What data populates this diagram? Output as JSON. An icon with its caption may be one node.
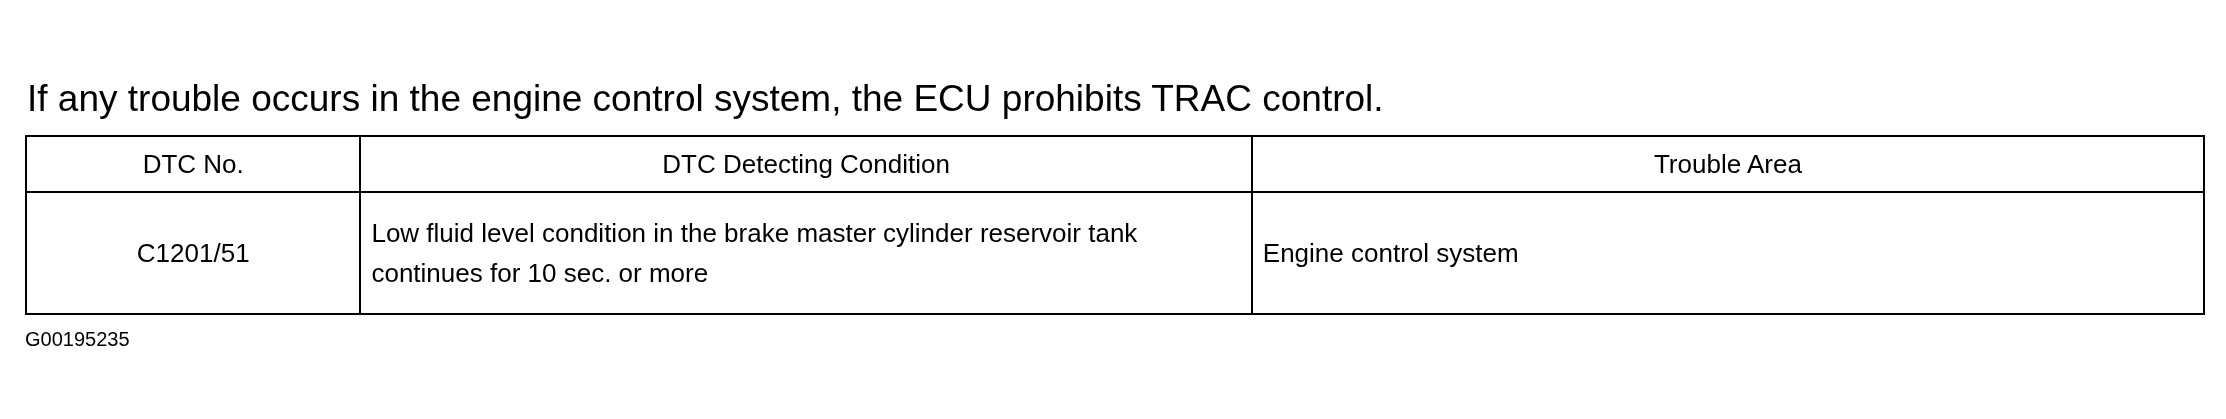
{
  "diagram": {
    "title": "If any trouble occurs in the engine control system, the ECU prohibits TRAC control.",
    "labels": [
      "DTC No.",
      "DTC Detecting Condition",
      "Trouble Area",
      "C1201/51",
      "Low fluid level condition in the brake master cylinder reservoir tank continues for 10 sec. or more",
      "Engine control system",
      "G00195235"
    ]
  }
}
